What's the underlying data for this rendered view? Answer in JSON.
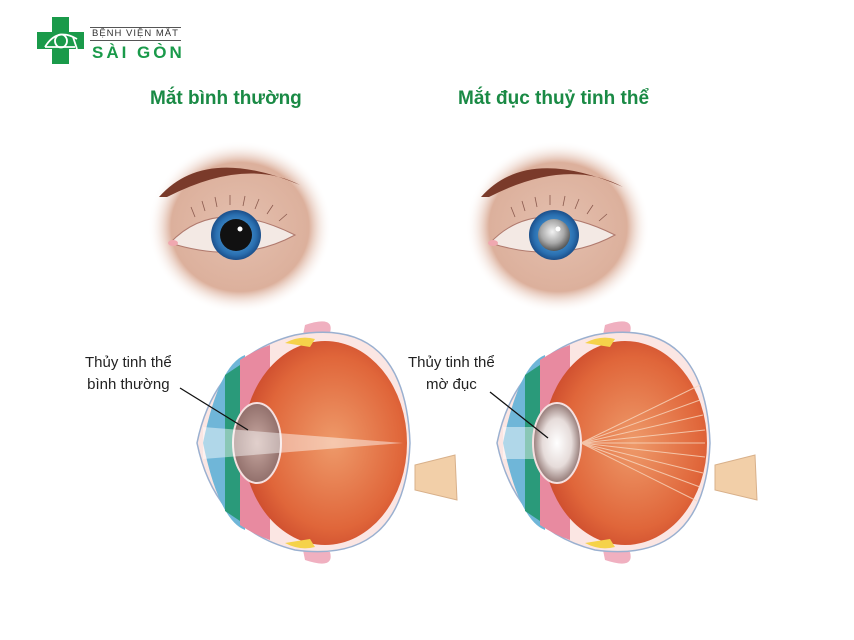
{
  "logo": {
    "line1": "BỆNH VIỆN MẮT",
    "line2": "SÀI GÒN",
    "icon": "eye-cross-icon",
    "brand_color": "#1a9a4a"
  },
  "panels": {
    "normal": {
      "title": "Mắt bình thường",
      "label_line1": "Thủy tinh thể",
      "label_line2": "bình thường",
      "lens_state": "clear",
      "light_path": "focused"
    },
    "cataract": {
      "title": "Mắt đục thuỷ tinh thể",
      "label_line1": "Thủy tinh thể",
      "label_line2": "mờ đục",
      "lens_state": "cloudy",
      "light_path": "scattered"
    }
  },
  "colors": {
    "title_green": "#1a8a45",
    "skin": "#e0b8a6",
    "brow": "#7a3a2a",
    "iris": "#2a6fb0",
    "retina": "#d9552e",
    "sclera_pink": "#e88aa0",
    "cornea_blue": "#6fb6d8",
    "ciliary_green": "#2a9a7a"
  }
}
